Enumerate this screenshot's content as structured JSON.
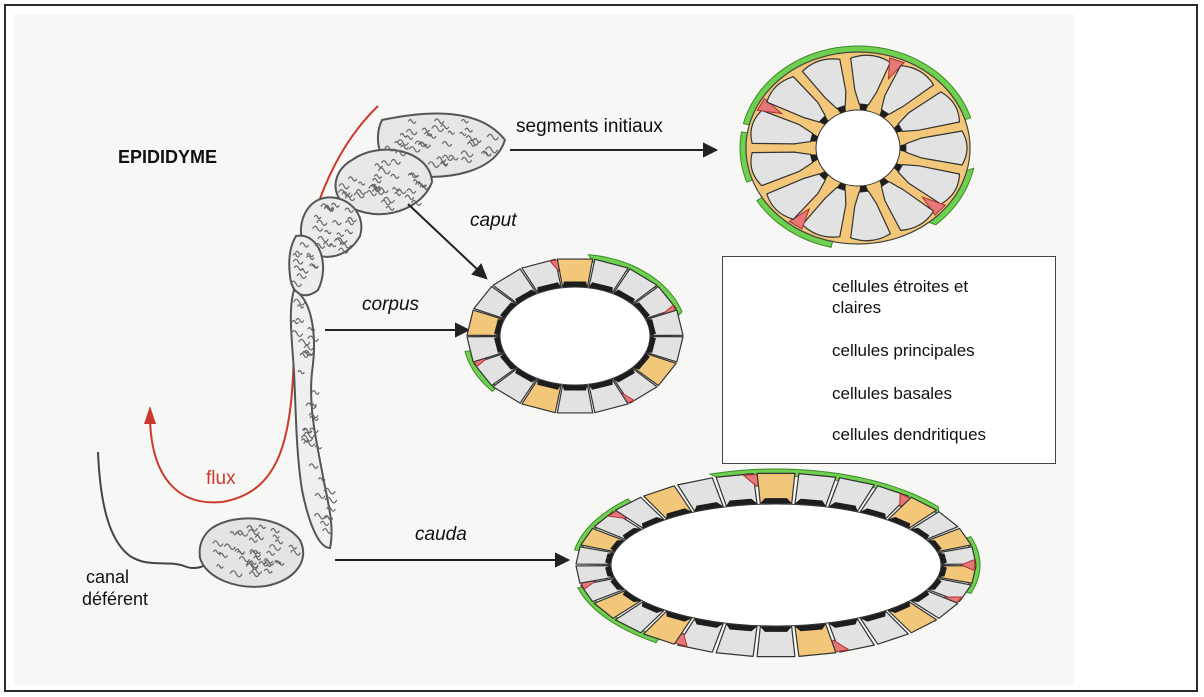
{
  "title": "EPIDIDYME",
  "segments": {
    "initial": "segments initiaux",
    "caput": "caput",
    "corpus": "corpus",
    "cauda": "cauda"
  },
  "flux_label": "flux",
  "canal_label": [
    "canal",
    "déférent"
  ],
  "legend": {
    "narrow_clear": [
      "cellules étroites et",
      "claires"
    ],
    "principal": "cellules principales",
    "basal": "cellules basales",
    "dendritic": "cellules dendritiques"
  },
  "colors": {
    "narrow_clear": "#f2c77a",
    "principal": "#e2e2e2",
    "basal": "#e87878",
    "dendritic": "#6fd04f",
    "flux_arrow": "#cc3a2e"
  }
}
